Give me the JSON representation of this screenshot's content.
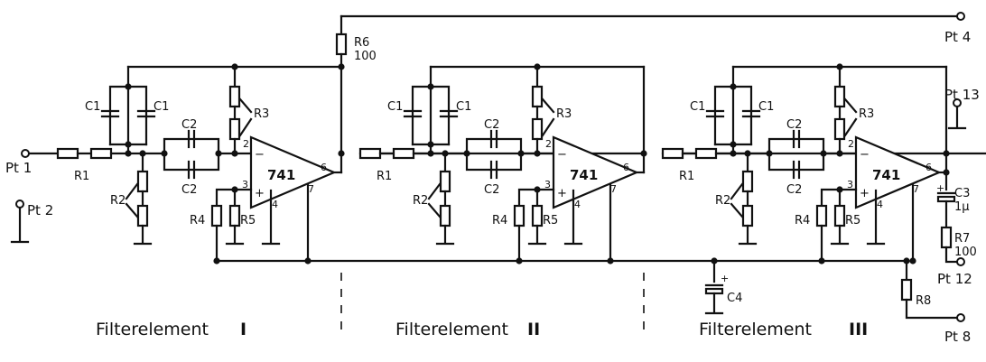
{
  "stages": [
    {
      "name": "Filterelement",
      "numeral": "I"
    },
    {
      "name": "Filterelement",
      "numeral": "II"
    },
    {
      "name": "Filterelement",
      "numeral": "III"
    }
  ],
  "components": {
    "r1": "R1",
    "r2": "R2",
    "r3": "R3",
    "r4": "R4",
    "r5": "R5",
    "c1": "C1",
    "c2": "C2",
    "opamp": "741",
    "r6": "R6",
    "r6_value": "100",
    "r7": "R7",
    "r7_value": "100",
    "r8": "R8",
    "c3": "C3",
    "c3_value": "1µ",
    "c4": "C4"
  },
  "pins": {
    "inv": "2",
    "noninv": "3",
    "gnd": "4",
    "out": "6",
    "vcc": "7"
  },
  "terminals": {
    "pt1": "Pt 1",
    "pt2": "Pt 2",
    "pt4": "Pt 4",
    "pt8": "Pt 8",
    "pt12": "Pt 12",
    "pt13": "Pt 13"
  }
}
